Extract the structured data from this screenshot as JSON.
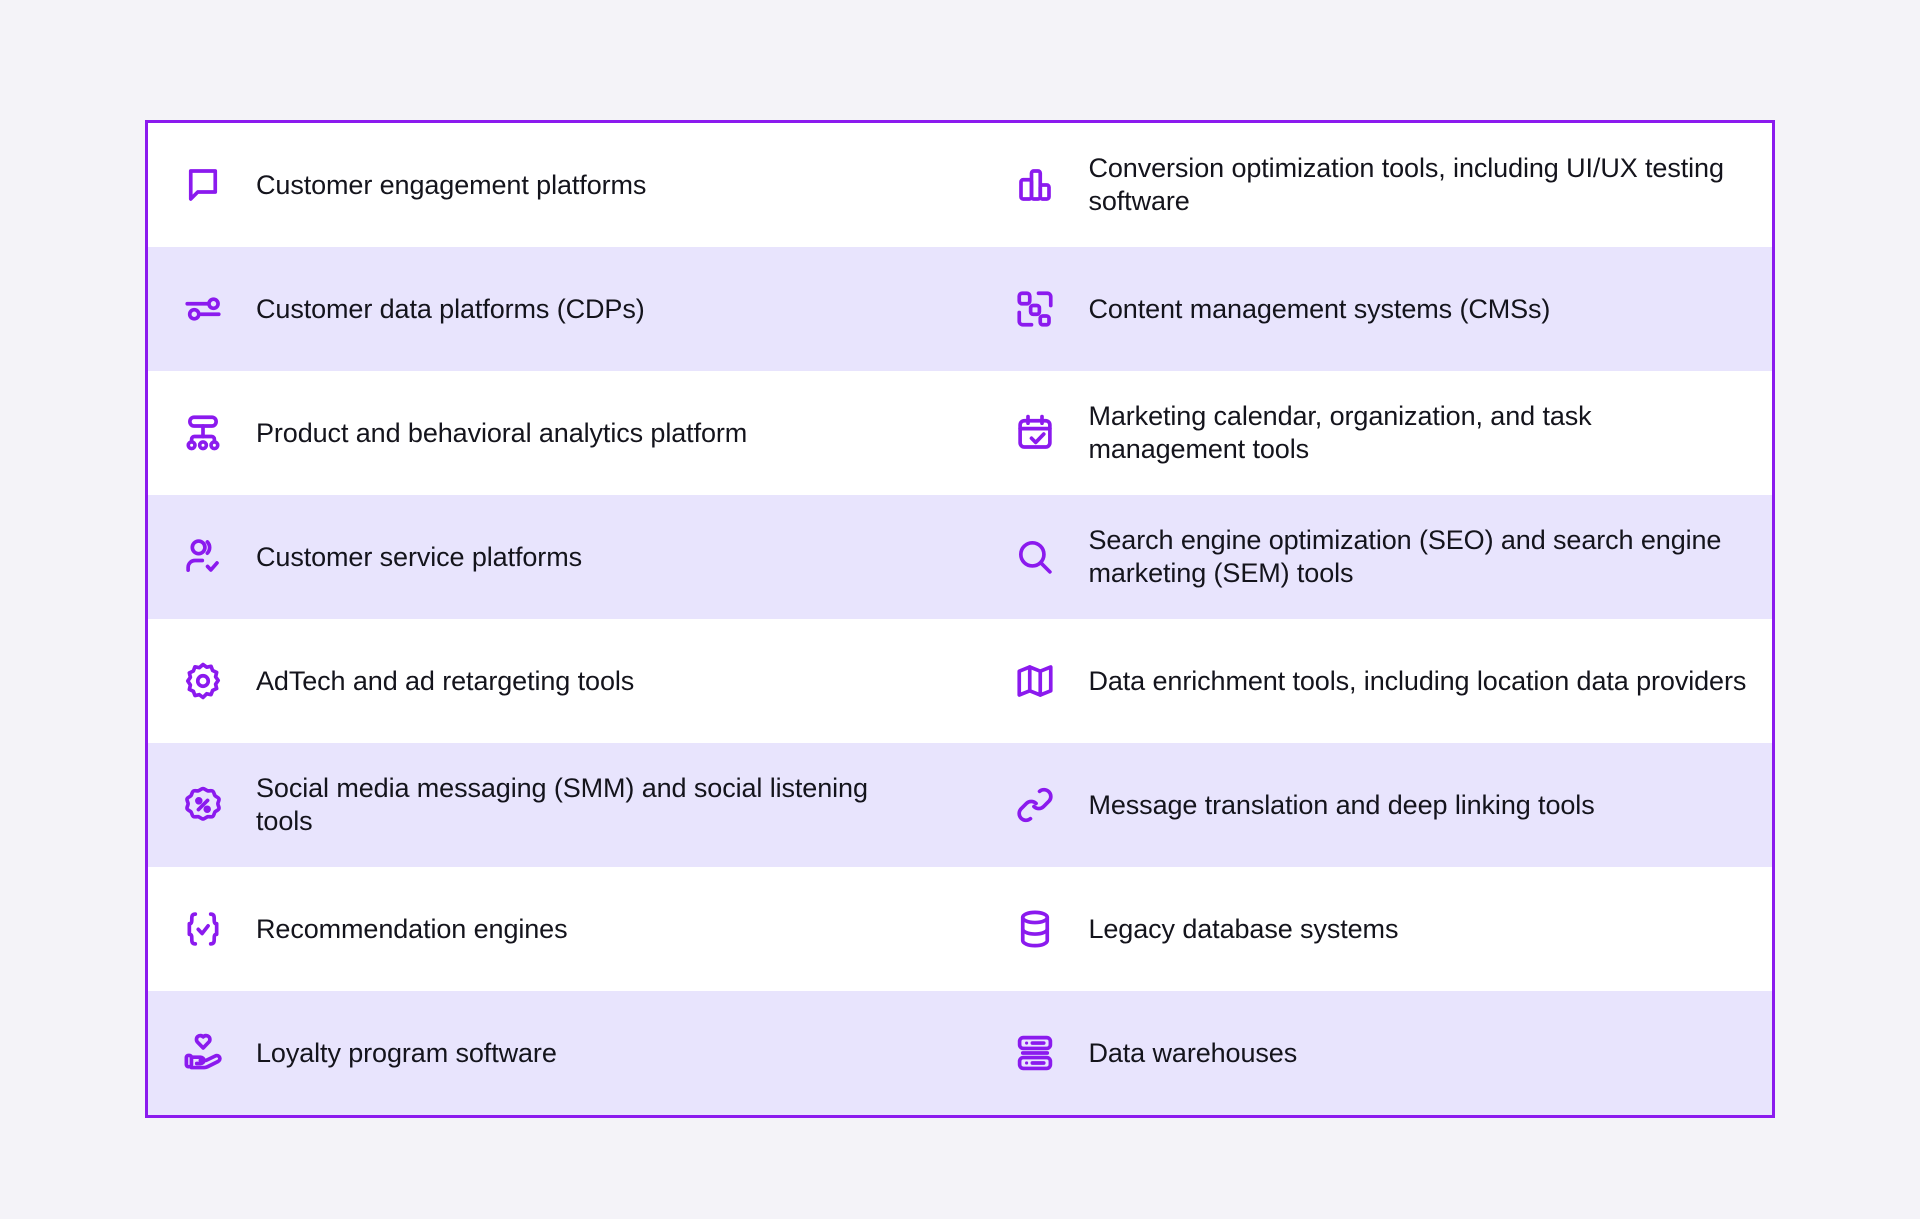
{
  "theme": {
    "page_background": "#f4f3f8",
    "card_border": "#8b1aee",
    "row_background_odd": "#ffffff",
    "row_background_even": "#e8e4fd",
    "icon_color": "#8b1aee",
    "text_color": "#14141c"
  },
  "table": {
    "rows": [
      {
        "left": {
          "icon": "chat-bubble-icon",
          "label": "Customer engagement platforms"
        },
        "right": {
          "icon": "bar-chart-icon",
          "label": "Conversion optimization tools, including UI/UX testing software"
        }
      },
      {
        "left": {
          "icon": "sliders-icon",
          "label": "Customer data platforms (CDPs)"
        },
        "right": {
          "icon": "layout-blocks-icon",
          "label": "Content management systems (CMSs)"
        }
      },
      {
        "left": {
          "icon": "hierarchy-icon",
          "label": "Product and behavioral analytics platform"
        },
        "right": {
          "icon": "calendar-check-icon",
          "label": "Marketing calendar, organization, and task management tools"
        }
      },
      {
        "left": {
          "icon": "user-check-icon",
          "label": "Customer service platforms"
        },
        "right": {
          "icon": "search-icon",
          "label": "Search engine optimization (SEO) and search engine marketing (SEM) tools"
        }
      },
      {
        "left": {
          "icon": "gear-icon",
          "label": "AdTech and ad retargeting tools"
        },
        "right": {
          "icon": "map-icon",
          "label": "Data enrichment tools, including location data providers"
        }
      },
      {
        "left": {
          "icon": "percent-badge-icon",
          "label": "Social media messaging (SMM) and social listening tools"
        },
        "right": {
          "icon": "link-icon",
          "label": "Message translation and deep linking tools"
        }
      },
      {
        "left": {
          "icon": "braces-check-icon",
          "label": "Recommendation engines"
        },
        "right": {
          "icon": "database-icon",
          "label": "Legacy database systems"
        }
      },
      {
        "left": {
          "icon": "hand-heart-icon",
          "label": "Loyalty program software"
        },
        "right": {
          "icon": "server-rack-icon",
          "label": "Data warehouses"
        }
      }
    ]
  }
}
